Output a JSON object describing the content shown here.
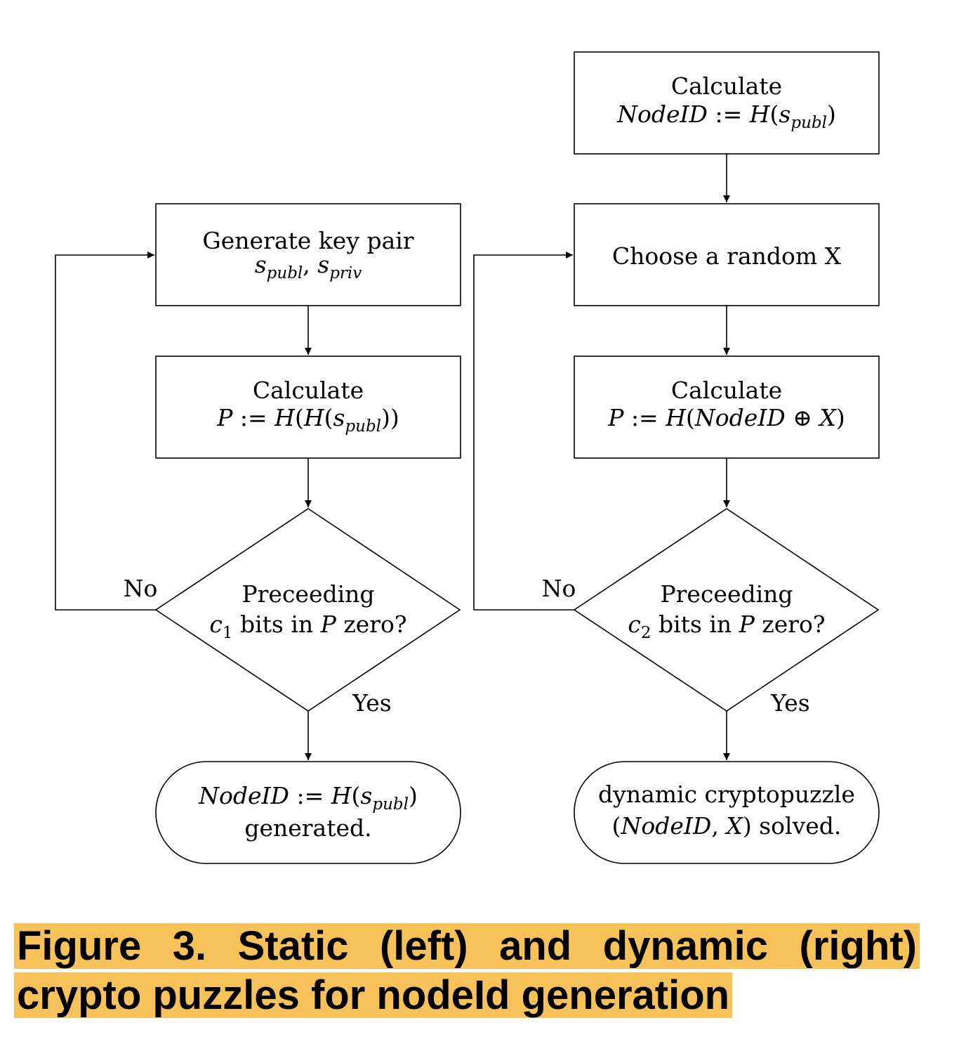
{
  "left": {
    "box1": {
      "line1": "Generate key pair",
      "line2": "s_publ, s_priv"
    },
    "box2": {
      "line1": "Calculate",
      "line2": "P := H(H(s_publ))"
    },
    "decision": {
      "line1": "Preceeding",
      "line2": "c1 bits in P zero?"
    },
    "no_label": "No",
    "yes_label": "Yes",
    "terminal": {
      "line1": "NodeID := H(s_publ)",
      "line2": "generated."
    }
  },
  "right": {
    "box0": {
      "line1": "Calculate",
      "line2": "NodeID := H(s_publ)"
    },
    "box1": {
      "line1": "Choose a random X"
    },
    "box2": {
      "line1": "Calculate",
      "line2": "P := H(NodeID ⊕ X)"
    },
    "decision": {
      "line1": "Preceeding",
      "line2": "c2 bits in P zero?"
    },
    "no_label": "No",
    "yes_label": "Yes",
    "terminal": {
      "line1": "dynamic cryptopuzzle",
      "line2": "(NodeID, X) solved."
    }
  },
  "caption": "Figure 3. Static (left) and dynamic (right) crypto puzzles for nodeId generation",
  "colors": {
    "caption_highlight": "#f7c25a",
    "line": "#000000"
  }
}
